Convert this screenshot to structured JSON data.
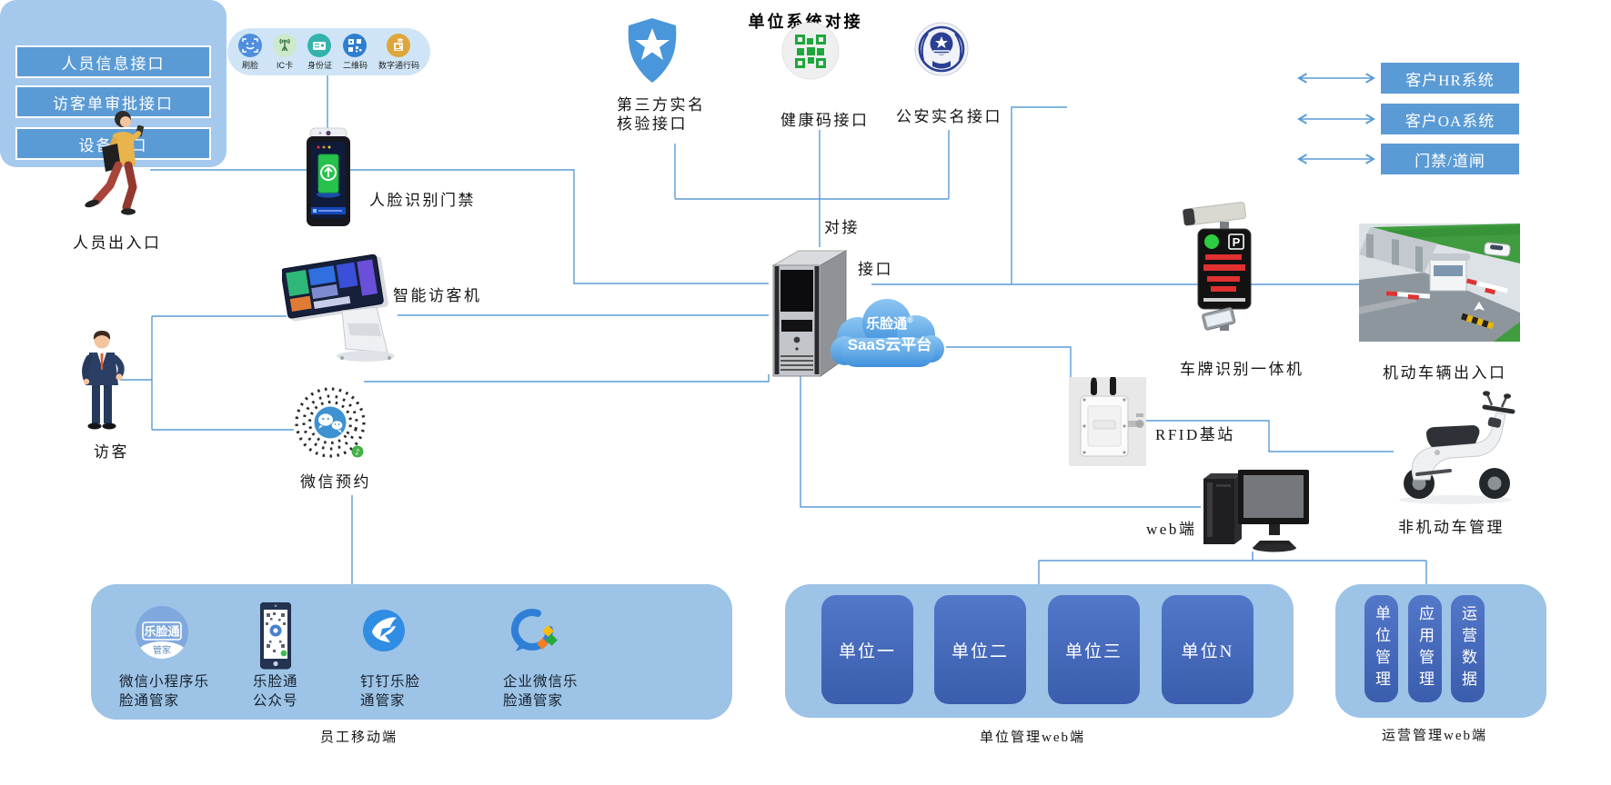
{
  "palette": {
    "line": "#5B9BD5",
    "light_box": "#9DC3E6",
    "mid_box": "#5B9BD5",
    "dark_box": "#4472C4",
    "pill": "#CFE5F7"
  },
  "pill": {
    "items": [
      {
        "label": "刷脸"
      },
      {
        "label": "IC卡"
      },
      {
        "label": "身份证"
      },
      {
        "label": "二维码"
      },
      {
        "label": "数字通行码"
      }
    ]
  },
  "left": {
    "person_entrance": "人员出入口",
    "face_gate": "人脸识别门禁",
    "visitor_kiosk": "智能访客机",
    "visitor": "访客",
    "wechat_booking": "微信预约"
  },
  "top": {
    "third_party": "第三方实名\n核验接口",
    "health_code": "健康码接口",
    "police": "公安实名接口",
    "duijie": "对接"
  },
  "unit_system": {
    "title": "单位系统对接",
    "interfaces": [
      "人员信息接口",
      "访客单审批接口",
      "设备接口"
    ],
    "externals": [
      "客户HR系统",
      "客户OA系统",
      "门禁/道闸"
    ]
  },
  "cloud": {
    "brand": "乐脸通",
    "reg": "®",
    "platform": "SaaS云平台",
    "jiekou": "接口"
  },
  "right": {
    "plate_device": "车牌识别一体机",
    "vehicle_gate": "机动车辆出入口",
    "rfid": "RFID基站",
    "web": "web端",
    "non_motor": "非机动车管理",
    "p_sign": "P"
  },
  "employee": {
    "caption": "员工移动端",
    "badge": {
      "line1": "乐脸通",
      "line2": "管家"
    },
    "apps": [
      {
        "l1": "微信小程序乐",
        "l2": "脸通管家"
      },
      {
        "l1": "乐脸通",
        "l2": "公众号"
      },
      {
        "l1": "钉钉乐脸",
        "l2": "通管家"
      },
      {
        "l1": "企业微信乐",
        "l2": "脸通管家"
      }
    ]
  },
  "units": {
    "caption": "单位管理web端",
    "items": [
      "单位一",
      "单位二",
      "单位三",
      "单位N"
    ]
  },
  "ops": {
    "caption": "运营管理web端",
    "items": [
      "单位管理",
      "应用管理",
      "运营数据"
    ]
  }
}
